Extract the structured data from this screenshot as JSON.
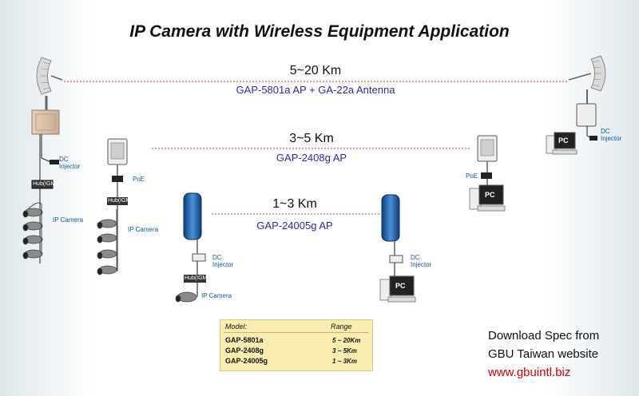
{
  "title": "IP Camera with Wireless Equipment Application",
  "links": [
    {
      "distance": "5~20 Km",
      "model": "GAP-5801a AP + GA-22a Antenna"
    },
    {
      "distance": "3~5 Km",
      "model": "GAP-2408g AP"
    },
    {
      "distance": "1~3 Km",
      "model": "GAP-24005g AP"
    }
  ],
  "labels": {
    "dc_injector": "DC Injector",
    "poe": "PoE",
    "hub": "Hub(IGMP)",
    "ip_camera": "IP Camera",
    "pc": "PC"
  },
  "table": {
    "header_model": "Model:",
    "header_range": "Range",
    "rows": [
      {
        "model": "GAP-5801a",
        "range": "5 ~ 20Km"
      },
      {
        "model": "GAP-2408g",
        "range": "3 ~ 5Km"
      },
      {
        "model": "GAP-24005g",
        "range": "1 ~ 3Km"
      }
    ]
  },
  "download": {
    "line1": "Download Spec from",
    "line2": "GBU Taiwan website",
    "url": "www.gbuintl.biz"
  },
  "colors": {
    "link_line": "#e03030",
    "model_text": "#2a2aa8",
    "label_text": "#0e5aa0",
    "url_text": "#d40000",
    "table_bg": "#fbeeb0"
  }
}
